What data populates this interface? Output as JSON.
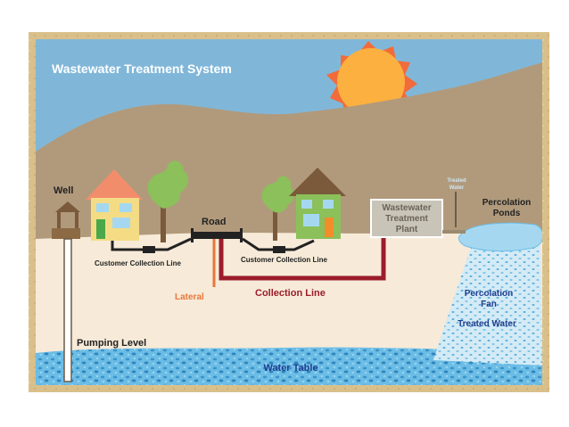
{
  "title": "Wastewater Treatment System",
  "labels": {
    "well": "Well",
    "road": "Road",
    "customer_line_left": "Customer Collection Line",
    "customer_line_right": "Customer Collection Line",
    "lateral": "Lateral",
    "collection_line": "Collection Line",
    "plant_line1": "Wastewater",
    "plant_line2": "Treatment",
    "plant_line3": "Plant",
    "treated_water_top1": "Treated",
    "treated_water_top2": "Water",
    "ponds_line1": "Percolation",
    "ponds_line2": "Ponds",
    "fan_line1": "Percolation",
    "fan_line2": "Fan",
    "treated_water": "Treated Water",
    "pumping_level": "Pumping Level",
    "water_table": "Water Table"
  },
  "colors": {
    "frame": "#d9c08a",
    "sky": "#7fb5d8",
    "hills": "#b09878",
    "ground": "#f7ead8",
    "water": "#5ab1e0",
    "sun": "#fbb040",
    "sun_rays": "#f26b3a",
    "collection_line": "#9b1c2a",
    "lateral": "#e8773a",
    "label_blue": "#1f3e8f",
    "plant": "#c9c4b8"
  }
}
